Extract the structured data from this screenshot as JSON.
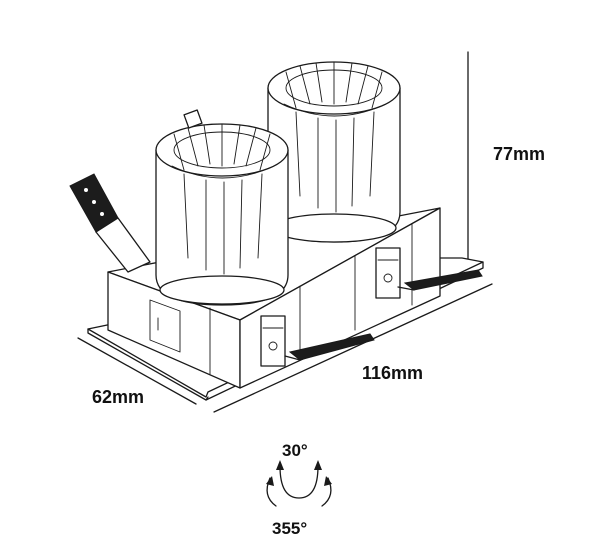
{
  "dimensions": {
    "height": "77mm",
    "length": "116mm",
    "width": "62mm"
  },
  "rotation": {
    "tilt": "30°",
    "rotate": "355°"
  },
  "colors": {
    "line": "#1a1a1a",
    "fill_dark": "#1c1c1c",
    "background": "#ffffff"
  }
}
